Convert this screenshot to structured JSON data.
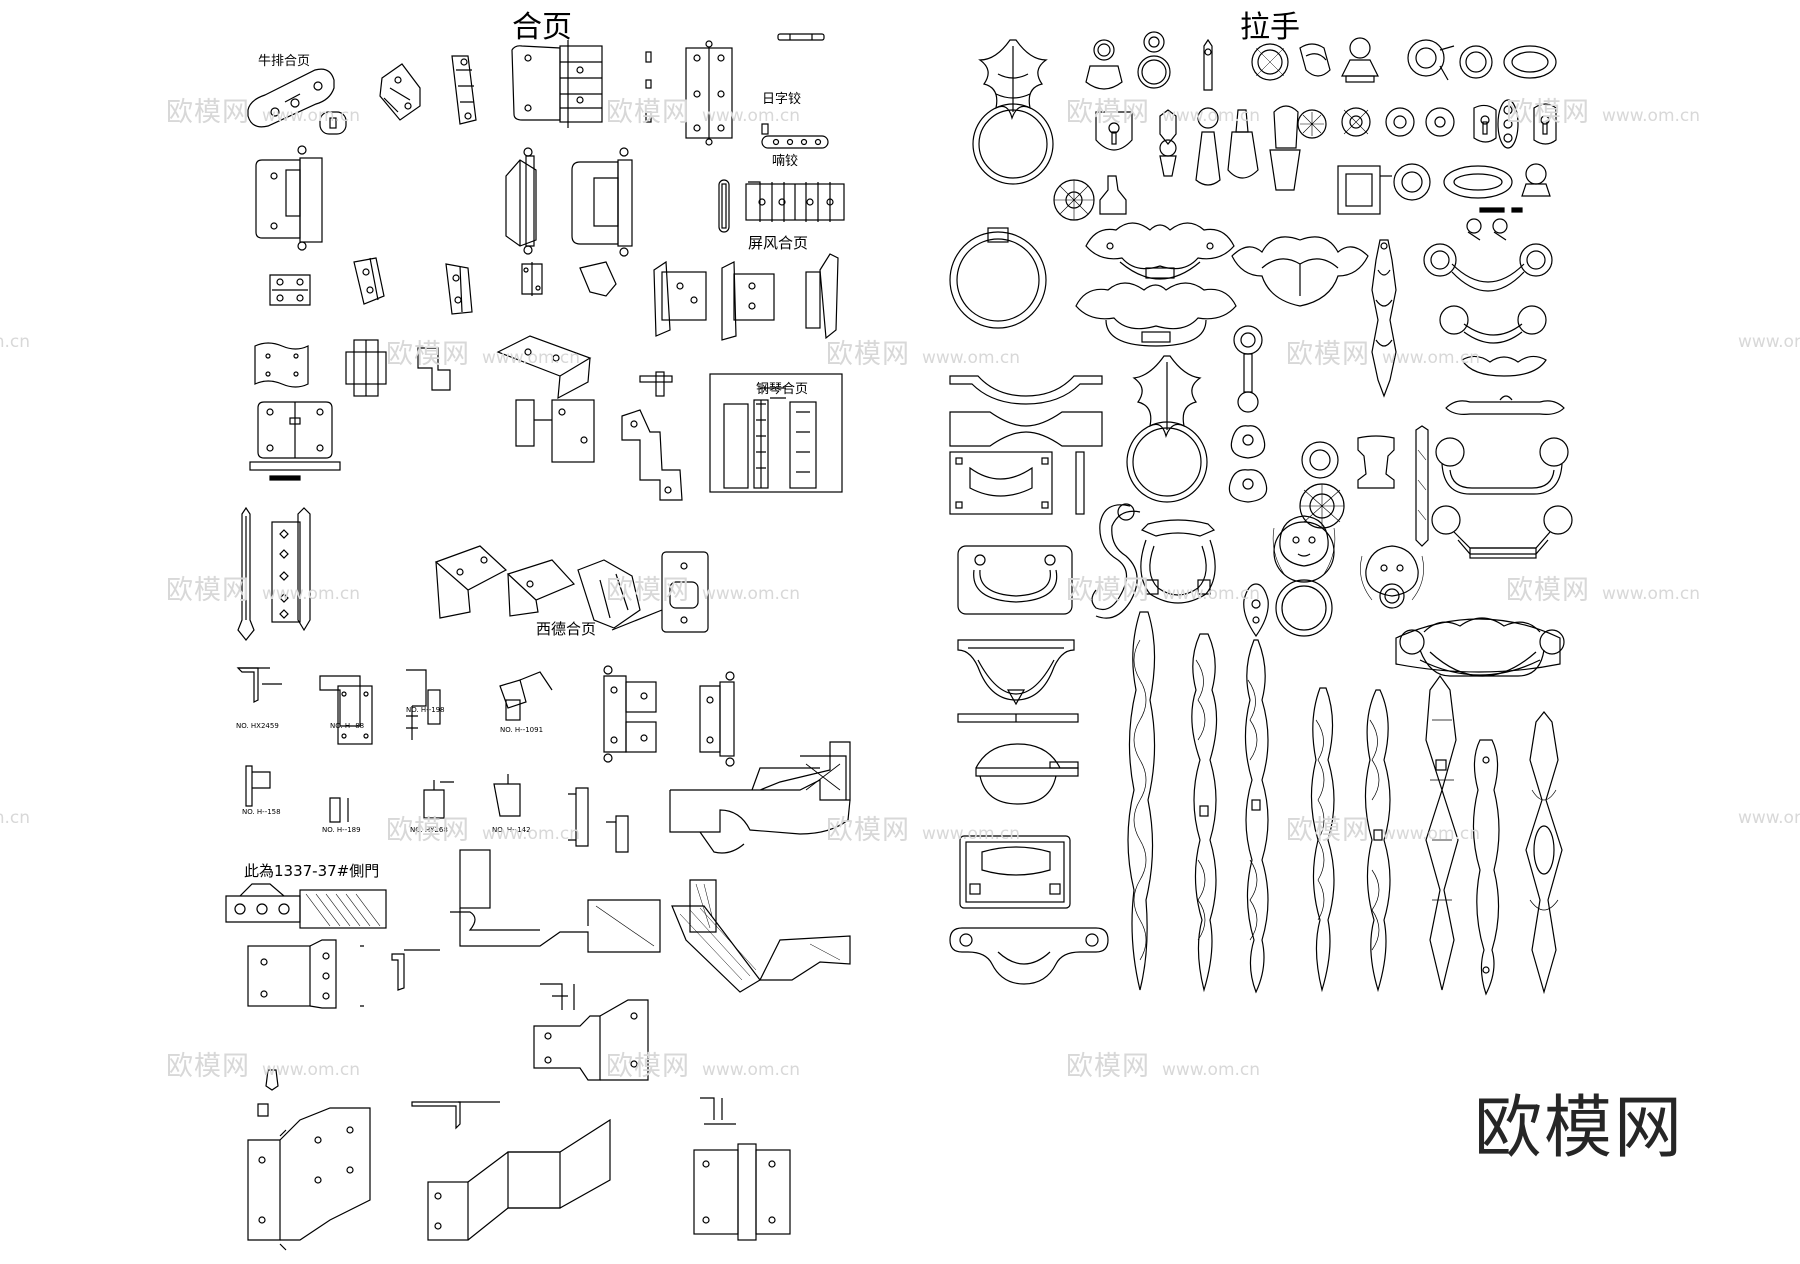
{
  "titles": {
    "hinges": "合页",
    "handles": "拉手"
  },
  "labels": {
    "cattle_hinge": "牛排合页",
    "ri_zi_hinge": "日字铰",
    "tube_hinge": "喃铰",
    "screen_hinge": "屏风合页",
    "piano_hinge": "钢琴合页",
    "side_door_note": "此為1337-37#側門",
    "xide_hinge": "西德合页"
  },
  "part_numbers": [
    "NO. HX2459",
    "NO. H--88",
    "NO. H--198",
    "NO. H--1091",
    "NO. H--158",
    "NO. H--189",
    "NO. HY268",
    "NO. H--142"
  ],
  "watermark": {
    "brand_cn": "欧模网",
    "url": "www.om.cn"
  },
  "brand_logo": "欧模网"
}
